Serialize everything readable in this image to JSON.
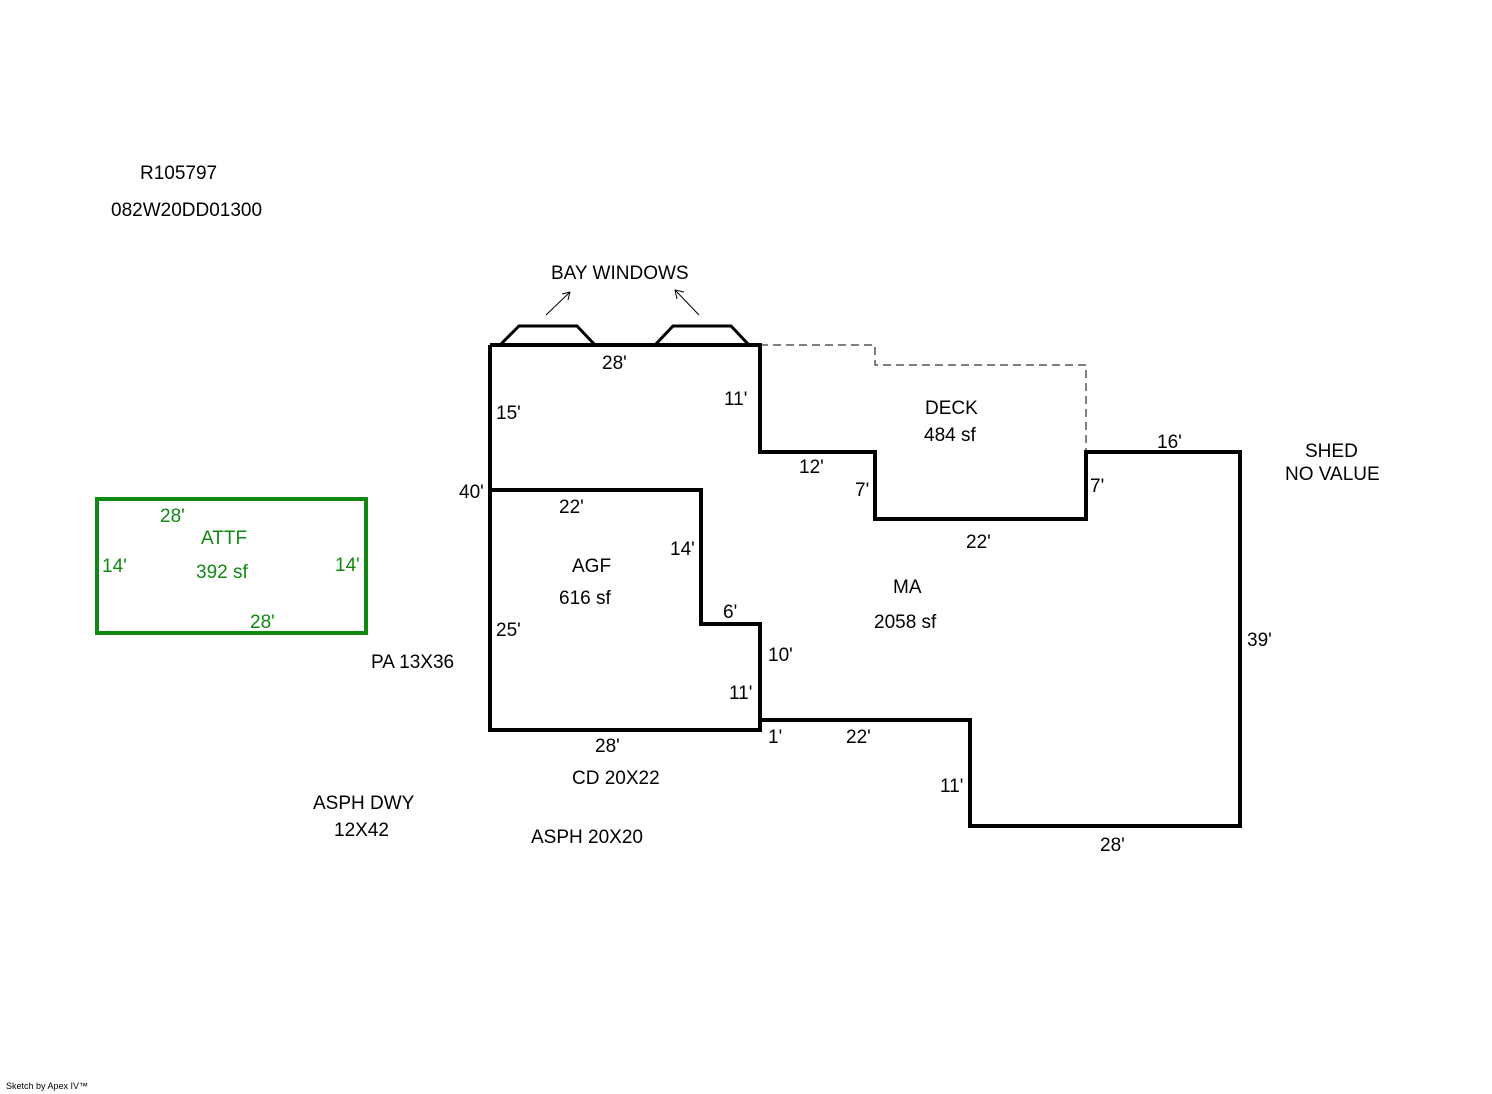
{
  "header": {
    "parcel_id": "R105797",
    "map_number": "082W20DD01300"
  },
  "colors": {
    "outline": "#000000",
    "garage": "#118811"
  },
  "annotations": {
    "bay_windows": "BAY WINDOWS",
    "shed_line1": "SHED",
    "shed_line2": "NO VALUE",
    "patio": "PA 13X36",
    "covered_deck": "CD 20X22",
    "driveway_line1": "ASPH DWY",
    "driveway_line2": "12X42",
    "asphalt_pad": "ASPH 20X20"
  },
  "areas": {
    "main": {
      "label": "MA",
      "area": "2058 sf"
    },
    "agf": {
      "label": "AGF",
      "area": "616 sf"
    },
    "deck": {
      "label": "DECK",
      "area": "484 sf"
    },
    "attf": {
      "label": "ATTF",
      "area": "392 sf"
    }
  },
  "dimensions": {
    "main_top": "28'",
    "main_left_upper": "15'",
    "main_left_total": "40'",
    "main_notch_right": "11'",
    "main_step1": "12'",
    "main_step_down_left": "7'",
    "deck_bottom": "22'",
    "main_step_down_right": "7'",
    "main_top_right": "16'",
    "main_right": "39'",
    "main_bottom": "28'",
    "main_inner_vert": "11'",
    "main_lower_step": "22'",
    "main_tiny": "1'",
    "agf_top": "22'",
    "agf_right_upper": "14'",
    "agf_step": "6'",
    "agf_left": "25'",
    "agf_right_lower": "11'",
    "agf_between": "10'",
    "agf_bottom": "28'",
    "attf_top": "28'",
    "attf_bottom": "28'",
    "attf_left": "14'",
    "attf_right": "14'"
  },
  "footer": {
    "credit": "Sketch by Apex IV™"
  }
}
